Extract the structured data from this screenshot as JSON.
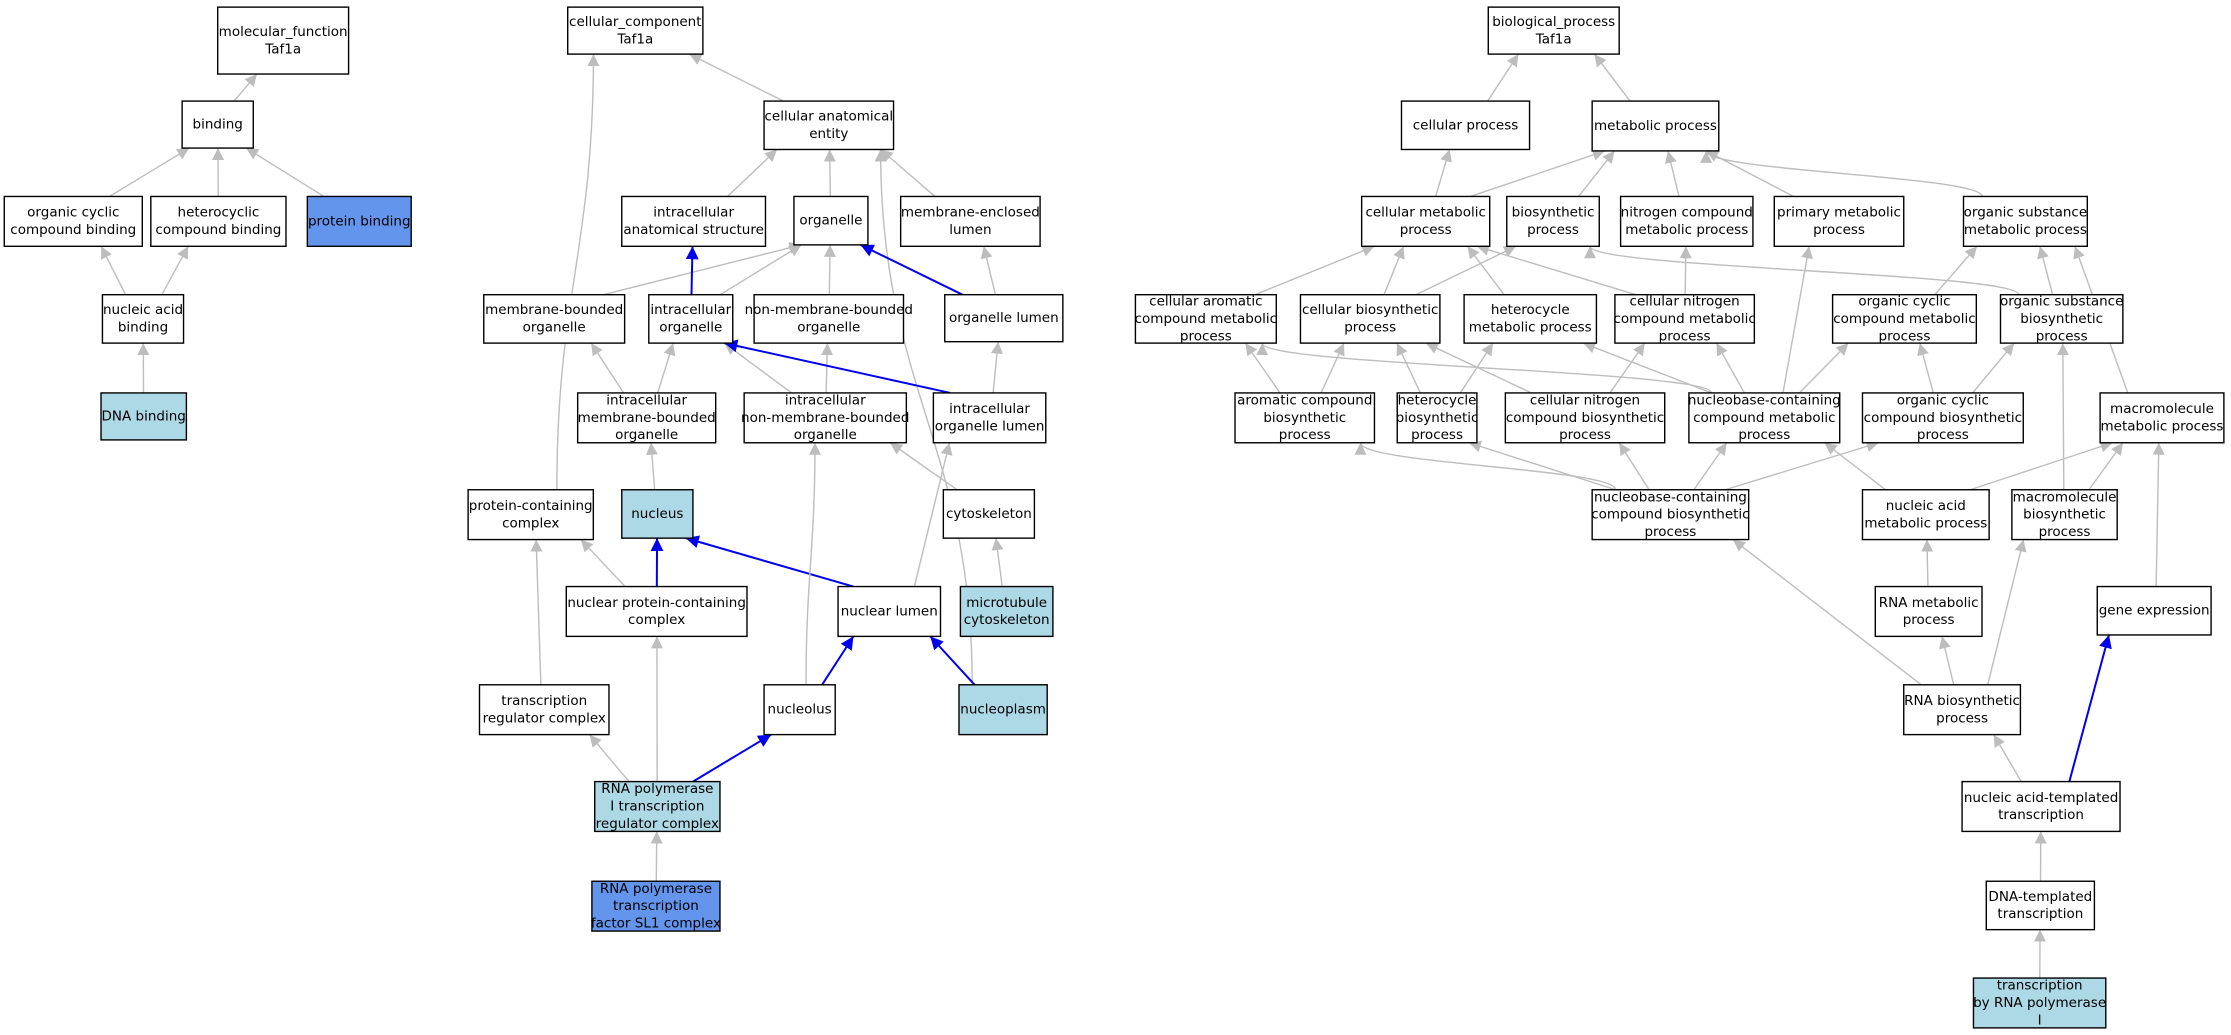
{
  "colors": {
    "plain": "#ffffff",
    "light": "#add8e6",
    "strong": "#6495ed",
    "edge_default": "#bdbdbd",
    "edge_highlight": "#0000ee"
  },
  "nodes": [
    {
      "id": "mf",
      "lines": [
        "molecular_function",
        "Taf1a"
      ],
      "fill": "plain"
    },
    {
      "id": "binding",
      "lines": [
        "binding"
      ],
      "fill": "plain"
    },
    {
      "id": "ocb",
      "lines": [
        "organic cyclic",
        "compound binding"
      ],
      "fill": "plain"
    },
    {
      "id": "hcb",
      "lines": [
        "heterocyclic",
        "compound binding"
      ],
      "fill": "plain"
    },
    {
      "id": "pb",
      "lines": [
        "protein binding"
      ],
      "fill": "strong"
    },
    {
      "id": "nab",
      "lines": [
        "nucleic acid",
        "binding"
      ],
      "fill": "plain"
    },
    {
      "id": "dnab",
      "lines": [
        "DNA binding"
      ],
      "fill": "light"
    },
    {
      "id": "cc",
      "lines": [
        "cellular_component",
        "Taf1a"
      ],
      "fill": "plain"
    },
    {
      "id": "cae",
      "lines": [
        "cellular anatomical",
        "entity"
      ],
      "fill": "plain"
    },
    {
      "id": "ias",
      "lines": [
        "intracellular",
        "anatomical structure"
      ],
      "fill": "plain"
    },
    {
      "id": "organelle",
      "lines": [
        "organelle"
      ],
      "fill": "plain"
    },
    {
      "id": "mel",
      "lines": [
        "membrane-enclosed",
        "lumen"
      ],
      "fill": "plain"
    },
    {
      "id": "mbo",
      "lines": [
        "membrane-bounded",
        "organelle"
      ],
      "fill": "plain"
    },
    {
      "id": "io",
      "lines": [
        "intracellular",
        "organelle"
      ],
      "fill": "plain"
    },
    {
      "id": "nmbo",
      "lines": [
        "non-membrane-bounded",
        "organelle"
      ],
      "fill": "plain"
    },
    {
      "id": "ol",
      "lines": [
        "organelle lumen"
      ],
      "fill": "plain"
    },
    {
      "id": "imbo",
      "lines": [
        "intracellular",
        "membrane-bounded",
        "organelle"
      ],
      "fill": "plain"
    },
    {
      "id": "inmbo",
      "lines": [
        "intracellular",
        "non-membrane-bounded",
        "organelle"
      ],
      "fill": "plain"
    },
    {
      "id": "iol",
      "lines": [
        "intracellular",
        "organelle lumen"
      ],
      "fill": "plain"
    },
    {
      "id": "pcc",
      "lines": [
        "protein-containing",
        "complex"
      ],
      "fill": "plain"
    },
    {
      "id": "nucleus",
      "lines": [
        "nucleus"
      ],
      "fill": "light"
    },
    {
      "id": "cytoskeleton",
      "lines": [
        "cytoskeleton"
      ],
      "fill": "plain"
    },
    {
      "id": "npcc",
      "lines": [
        "nuclear protein-containing",
        "complex"
      ],
      "fill": "plain"
    },
    {
      "id": "nl",
      "lines": [
        "nuclear lumen"
      ],
      "fill": "plain"
    },
    {
      "id": "mtc",
      "lines": [
        "microtubule",
        "cytoskeleton"
      ],
      "fill": "light"
    },
    {
      "id": "trc",
      "lines": [
        "transcription",
        "regulator complex"
      ],
      "fill": "plain"
    },
    {
      "id": "nucleolus",
      "lines": [
        "nucleolus"
      ],
      "fill": "plain"
    },
    {
      "id": "nucleoplasm",
      "lines": [
        "nucleoplasm"
      ],
      "fill": "light"
    },
    {
      "id": "rp1",
      "lines": [
        "RNA polymerase",
        "I transcription",
        "regulator complex"
      ],
      "fill": "light"
    },
    {
      "id": "sl1",
      "lines": [
        "RNA polymerase",
        "transcription",
        "factor SL1 complex"
      ],
      "fill": "strong"
    },
    {
      "id": "bp",
      "lines": [
        "biological_process",
        "Taf1a"
      ],
      "fill": "plain"
    },
    {
      "id": "cp",
      "lines": [
        "cellular process"
      ],
      "fill": "plain"
    },
    {
      "id": "mp",
      "lines": [
        "metabolic process"
      ],
      "fill": "plain"
    },
    {
      "id": "cmp",
      "lines": [
        "cellular metabolic",
        "process"
      ],
      "fill": "plain"
    },
    {
      "id": "biop",
      "lines": [
        "biosynthetic",
        "process"
      ],
      "fill": "plain"
    },
    {
      "id": "ncmp",
      "lines": [
        "nitrogen compound",
        "metabolic process"
      ],
      "fill": "plain"
    },
    {
      "id": "pmp",
      "lines": [
        "primary metabolic",
        "process"
      ],
      "fill": "plain"
    },
    {
      "id": "osmp",
      "lines": [
        "organic substance",
        "metabolic process"
      ],
      "fill": "plain"
    },
    {
      "id": "cacmp",
      "lines": [
        "cellular aromatic",
        "compound metabolic",
        "process"
      ],
      "fill": "plain"
    },
    {
      "id": "cbp",
      "lines": [
        "cellular biosynthetic",
        "process"
      ],
      "fill": "plain"
    },
    {
      "id": "hmp",
      "lines": [
        "heterocycle",
        "metabolic process"
      ],
      "fill": "plain"
    },
    {
      "id": "cncmp",
      "lines": [
        "cellular nitrogen",
        "compound metabolic",
        "process"
      ],
      "fill": "plain"
    },
    {
      "id": "occmp",
      "lines": [
        "organic cyclic",
        "compound metabolic",
        "process"
      ],
      "fill": "plain"
    },
    {
      "id": "osbp",
      "lines": [
        "organic substance",
        "biosynthetic",
        "process"
      ],
      "fill": "plain"
    },
    {
      "id": "acbp",
      "lines": [
        "aromatic compound",
        "biosynthetic",
        "process"
      ],
      "fill": "plain"
    },
    {
      "id": "hbp",
      "lines": [
        "heterocycle",
        "biosynthetic",
        "process"
      ],
      "fill": "plain"
    },
    {
      "id": "cncbp",
      "lines": [
        "cellular nitrogen",
        "compound biosynthetic",
        "process"
      ],
      "fill": "plain"
    },
    {
      "id": "nbcmp",
      "lines": [
        "nucleobase-containing",
        "compound metabolic",
        "process"
      ],
      "fill": "plain"
    },
    {
      "id": "occbp",
      "lines": [
        "organic cyclic",
        "compound biosynthetic",
        "process"
      ],
      "fill": "plain"
    },
    {
      "id": "mmp",
      "lines": [
        "macromolecule",
        "metabolic process"
      ],
      "fill": "plain"
    },
    {
      "id": "nbcbp",
      "lines": [
        "nucleobase-containing",
        "compound biosynthetic",
        "process"
      ],
      "fill": "plain"
    },
    {
      "id": "namp",
      "lines": [
        "nucleic acid",
        "metabolic process"
      ],
      "fill": "plain"
    },
    {
      "id": "mbp",
      "lines": [
        "macromolecule",
        "biosynthetic",
        "process"
      ],
      "fill": "plain"
    },
    {
      "id": "rmp",
      "lines": [
        "RNA metabolic",
        "process"
      ],
      "fill": "plain"
    },
    {
      "id": "ge",
      "lines": [
        "gene expression"
      ],
      "fill": "plain"
    },
    {
      "id": "rbp",
      "lines": [
        "RNA biosynthetic",
        "process"
      ],
      "fill": "plain"
    },
    {
      "id": "natt",
      "lines": [
        "nucleic acid-templated",
        "transcription"
      ],
      "fill": "plain"
    },
    {
      "id": "dtt",
      "lines": [
        "DNA-templated",
        "transcription"
      ],
      "fill": "plain"
    },
    {
      "id": "trp1",
      "lines": [
        "transcription",
        "by RNA polymerase",
        "I"
      ],
      "fill": "light"
    }
  ],
  "edges": [
    {
      "from": "binding",
      "to": "mf"
    },
    {
      "from": "ocb",
      "to": "binding"
    },
    {
      "from": "hcb",
      "to": "binding"
    },
    {
      "from": "pb",
      "to": "binding"
    },
    {
      "from": "nab",
      "to": "ocb"
    },
    {
      "from": "nab",
      "to": "hcb"
    },
    {
      "from": "dnab",
      "to": "nab"
    },
    {
      "from": "cae",
      "to": "cc"
    },
    {
      "from": "pcc",
      "to": "cc"
    },
    {
      "from": "ias",
      "to": "cae"
    },
    {
      "from": "organelle",
      "to": "cae"
    },
    {
      "from": "mel",
      "to": "cae"
    },
    {
      "from": "nucleoplasm",
      "to": "cae"
    },
    {
      "from": "mbo",
      "to": "organelle"
    },
    {
      "from": "io",
      "to": "organelle"
    },
    {
      "from": "io",
      "to": "ias",
      "hl": true
    },
    {
      "from": "nmbo",
      "to": "organelle"
    },
    {
      "from": "ol",
      "to": "organelle",
      "hl": true
    },
    {
      "from": "ol",
      "to": "mel"
    },
    {
      "from": "imbo",
      "to": "mbo"
    },
    {
      "from": "imbo",
      "to": "io"
    },
    {
      "from": "inmbo",
      "to": "io"
    },
    {
      "from": "inmbo",
      "to": "nmbo"
    },
    {
      "from": "iol",
      "to": "io",
      "hl": true
    },
    {
      "from": "iol",
      "to": "ol"
    },
    {
      "from": "nucleus",
      "to": "imbo"
    },
    {
      "from": "cytoskeleton",
      "to": "inmbo"
    },
    {
      "from": "npcc",
      "to": "pcc"
    },
    {
      "from": "npcc",
      "to": "nucleus",
      "hl": true
    },
    {
      "from": "nl",
      "to": "nucleus",
      "hl": true
    },
    {
      "from": "nl",
      "to": "iol"
    },
    {
      "from": "mtc",
      "to": "cytoskeleton"
    },
    {
      "from": "trc",
      "to": "pcc"
    },
    {
      "from": "nucleolus",
      "to": "nl",
      "hl": true
    },
    {
      "from": "nucleolus",
      "to": "inmbo"
    },
    {
      "from": "nucleoplasm",
      "to": "nl",
      "hl": true
    },
    {
      "from": "rp1",
      "to": "trc"
    },
    {
      "from": "rp1",
      "to": "npcc"
    },
    {
      "from": "rp1",
      "to": "nucleolus",
      "hl": true
    },
    {
      "from": "sl1",
      "to": "rp1"
    },
    {
      "from": "cp",
      "to": "bp"
    },
    {
      "from": "mp",
      "to": "bp"
    },
    {
      "from": "cmp",
      "to": "cp"
    },
    {
      "from": "cmp",
      "to": "mp"
    },
    {
      "from": "biop",
      "to": "mp"
    },
    {
      "from": "ncmp",
      "to": "mp"
    },
    {
      "from": "pmp",
      "to": "mp"
    },
    {
      "from": "osmp",
      "to": "mp"
    },
    {
      "from": "cacmp",
      "to": "cmp"
    },
    {
      "from": "cbp",
      "to": "cmp"
    },
    {
      "from": "cbp",
      "to": "biop"
    },
    {
      "from": "hmp",
      "to": "cmp"
    },
    {
      "from": "cncmp",
      "to": "cmp"
    },
    {
      "from": "cncmp",
      "to": "ncmp"
    },
    {
      "from": "occmp",
      "to": "osmp"
    },
    {
      "from": "osbp",
      "to": "osmp"
    },
    {
      "from": "osbp",
      "to": "biop"
    },
    {
      "from": "acbp",
      "to": "cacmp"
    },
    {
      "from": "acbp",
      "to": "cbp"
    },
    {
      "from": "hbp",
      "to": "hmp"
    },
    {
      "from": "hbp",
      "to": "cbp"
    },
    {
      "from": "cncbp",
      "to": "cncmp"
    },
    {
      "from": "cncbp",
      "to": "cbp"
    },
    {
      "from": "nbcmp",
      "to": "cacmp"
    },
    {
      "from": "nbcmp",
      "to": "hmp"
    },
    {
      "from": "nbcmp",
      "to": "cncmp"
    },
    {
      "from": "nbcmp",
      "to": "occmp"
    },
    {
      "from": "nbcmp",
      "to": "pmp"
    },
    {
      "from": "occbp",
      "to": "occmp"
    },
    {
      "from": "occbp",
      "to": "osbp"
    },
    {
      "from": "mmp",
      "to": "osmp"
    },
    {
      "from": "nbcbp",
      "to": "acbp"
    },
    {
      "from": "nbcbp",
      "to": "hbp"
    },
    {
      "from": "nbcbp",
      "to": "cncbp"
    },
    {
      "from": "nbcbp",
      "to": "nbcmp"
    },
    {
      "from": "nbcbp",
      "to": "occbp"
    },
    {
      "from": "namp",
      "to": "nbcmp"
    },
    {
      "from": "namp",
      "to": "mmp"
    },
    {
      "from": "mbp",
      "to": "mmp"
    },
    {
      "from": "mbp",
      "to": "osbp"
    },
    {
      "from": "rmp",
      "to": "namp"
    },
    {
      "from": "ge",
      "to": "mmp"
    },
    {
      "from": "rbp",
      "to": "rmp"
    },
    {
      "from": "rbp",
      "to": "nbcbp"
    },
    {
      "from": "rbp",
      "to": "mbp"
    },
    {
      "from": "natt",
      "to": "rbp"
    },
    {
      "from": "natt",
      "to": "ge",
      "hl": true
    },
    {
      "from": "dtt",
      "to": "natt"
    },
    {
      "from": "trp1",
      "to": "dtt"
    }
  ]
}
